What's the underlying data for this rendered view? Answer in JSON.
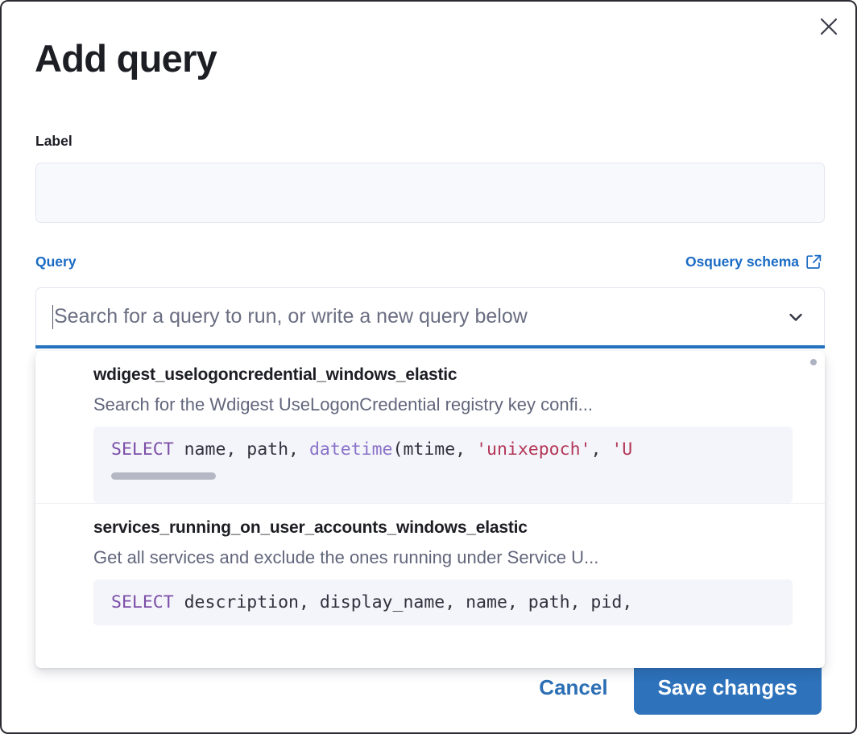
{
  "modal": {
    "title": "Add query",
    "close_icon": "close-icon"
  },
  "label_field": {
    "label": "Label",
    "value": "",
    "placeholder": ""
  },
  "query_field": {
    "label": "Query",
    "schema_link_text": "Osquery schema",
    "schema_link_icon": "external-link-icon",
    "combobox_placeholder": "Search for a query to run, or write a new query below",
    "combobox_value": "",
    "chevron_icon": "chevron-down-icon"
  },
  "dropdown": {
    "scroll_indicator_icon": "scroll-dot-icon",
    "options": [
      {
        "title": "wdigest_uselogoncredential_windows_elastic",
        "description": "Search for the Wdigest UseLogonCredential registry key confi...",
        "code_tokens": [
          {
            "t": "SELECT",
            "c": "kw"
          },
          {
            "t": " name, path, ",
            "c": ""
          },
          {
            "t": "datetime",
            "c": "fn"
          },
          {
            "t": "(mtime, ",
            "c": ""
          },
          {
            "t": "'unixepoch'",
            "c": "str"
          },
          {
            "t": ", ",
            "c": ""
          },
          {
            "t": "'U",
            "c": "str"
          }
        ],
        "has_code_scrollbar": true
      },
      {
        "title": "services_running_on_user_accounts_windows_elastic",
        "description": "Get all services and exclude the ones running under Service U...",
        "code_tokens": [
          {
            "t": "SELECT",
            "c": "kw"
          },
          {
            "t": " description, display_name, name, path, pid,",
            "c": ""
          }
        ],
        "has_code_scrollbar": false
      }
    ]
  },
  "footer": {
    "cancel_label": "Cancel",
    "save_label": "Save changes"
  },
  "colors": {
    "accent_blue": "#2573c0",
    "link_blue": "#1a6bc4",
    "save_button_bg": "#2d72bb",
    "title_text": "#1d1e24",
    "muted_text": "#62667c",
    "code_bg": "#f4f5fa",
    "input_bg": "#f8f9fd",
    "keyword_purple": "#7b4ea8",
    "function_violet": "#8a72c9",
    "string_crimson": "#b33657"
  }
}
